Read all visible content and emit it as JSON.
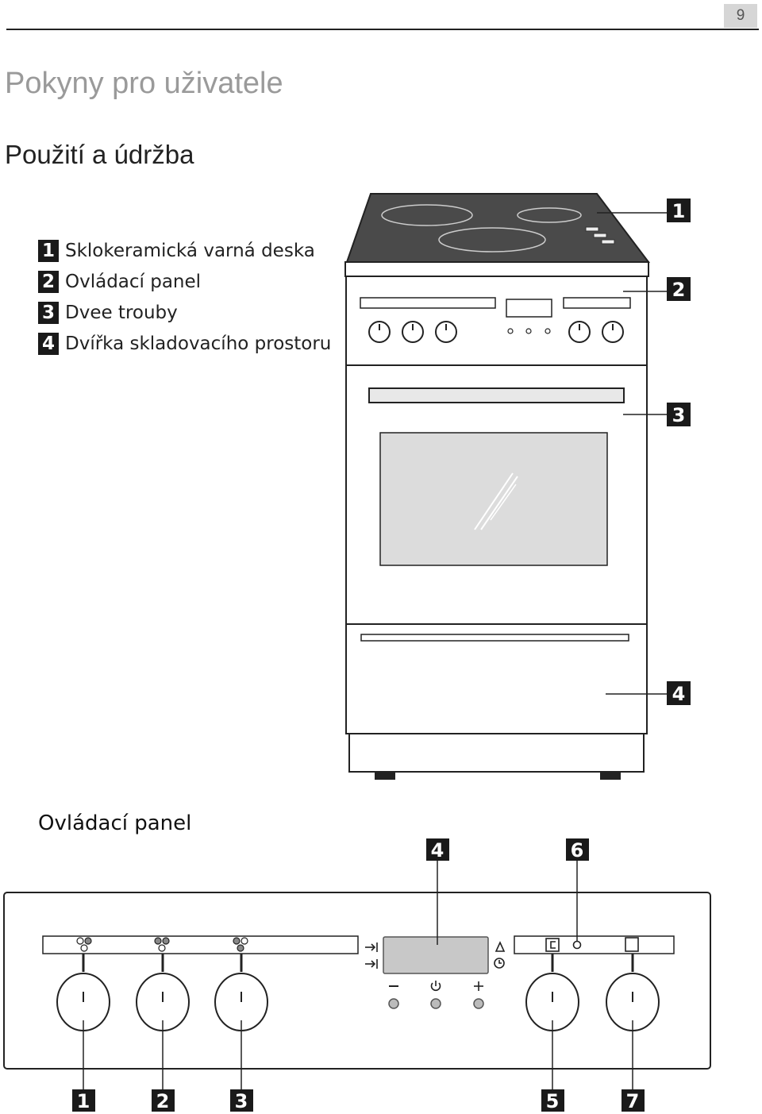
{
  "page_number": "9",
  "section_title": "Pokyny pro uživatele",
  "subtitle": "Použití a údržba",
  "legend": [
    {
      "num": "1",
      "label": "Sklokeramická varná deska"
    },
    {
      "num": "2",
      "label": "Ovládací panel"
    },
    {
      "num": "3",
      "label": "Dvee trouby"
    },
    {
      "num": "4",
      "label": "Dvířka skladovacího prostoru"
    }
  ],
  "oven_callouts": [
    "1",
    "2",
    "3",
    "4"
  ],
  "panel_heading": "Ovládací panel",
  "panel_callouts_top": [
    "4",
    "6"
  ],
  "panel_callouts_bottom": [
    "1",
    "2",
    "3",
    "5",
    "7"
  ],
  "icons": [
    "hob-zone-icon",
    "timer-end-icon",
    "timer-duration-icon",
    "alarm-bell-icon",
    "clock-icon",
    "minus-icon",
    "power-icon",
    "plus-icon",
    "oven-light-icon",
    "oven-function-icon"
  ]
}
